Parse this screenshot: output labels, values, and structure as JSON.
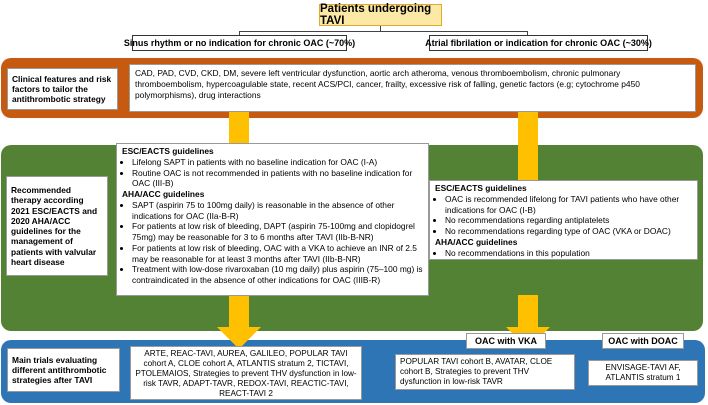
{
  "title": "Patients undergoing TAVI",
  "branches": {
    "left": "Sinus rhythm or no indication for chronic OAC (~70%)",
    "right": "Atrial fibrilation or indication for chronic OAC (~30%)"
  },
  "clinical": {
    "label": "Clinical features and risk factors to tailor the antithrombotic strategy",
    "text": "CAD, PAD, CVD, CKD, DM, severe left ventricular dysfunction, aortic arch atheroma, venous thromboembolism, chronic pulmonary thromboembolism, hypercoagulable state, recent ACS/PCI, cancer, frailty, excessive risk of falling, genetic factors (e.g; cytochrome p450 polymorphisms), drug interactions"
  },
  "therapy": {
    "label": "Recommended therapy according 2021 ESC/EACTS and 2020 AHA/ACC guidelines for the management of patients with valvular heart disease",
    "left": {
      "esc_heading": "ESC/EACTS guidelines",
      "esc_items": [
        "Lifelong SAPT in patients with no baseline indication for OAC (I-A)",
        "Routine OAC is not recommended in patients with no baseline indication for OAC (III-B)"
      ],
      "aha_heading": "AHA/ACC guidelines",
      "aha_items": [
        "SAPT (aspirin 75 to 100mg daily) is reasonable in the absence of other indications for OAC (IIa-B-R)",
        "For patients at low risk of bleeding, DAPT (aspirin 75-100mg and clopidogrel 75mg) may be reasonable for 3 to 6 months after TAVI (IIb-B-NR)",
        "For patients at low risk of bleeding, OAC with a VKA to achieve an INR of 2.5 may be reasonable for at least 3 months after TAVI (IIb-B-NR)",
        "Treatment with low-dose rivaroxaban (10 mg daily) plus aspirin (75–100 mg) is contraindicated in the absence of other indications for OAC (IIIB-R)"
      ]
    },
    "right": {
      "esc_heading": "ESC/EACTS guidelines",
      "esc_items": [
        "OAC is recommended lifelong for TAVI patients who have other indications for OAC (I-B)",
        "No recommendations regarding antiplatelets",
        "No recommendations regarding type of OAC (VKA or DOAC)"
      ],
      "aha_heading": "AHA/ACC guidelines",
      "aha_items": [
        "No recommendations in this population"
      ]
    }
  },
  "trials": {
    "label": "Main trials evaluating different antithrombotic strategies after TAVI",
    "left_text": "ARTE, REAC-TAVI, AUREA, GALILEO, POPULAR TAVI cohort A, CLOE cohort A, ATLANTIS stratum 2, TICTAVI, PTOLEMAIOS, Strategies to prevent THV dysfunction in low-risk TAVR, ADAPT-TAVR, REDOX-TAVI, REACTIC-TAVI, REACT-TAVI 2",
    "vka_heading": "OAC with VKA",
    "vka_text": "POPULAR TAVI cohort B, AVATAR, CLOE cohort B, Strategies to prevent THV dysfunction in low-risk TAVR",
    "doac_heading": "OAC with DOAC",
    "doac_text": "ENVISAGE-TAVI AF, ATLANTIS stratum 1"
  },
  "colors": {
    "title_fill": "#fde9a6",
    "arrow": "#ffc000",
    "orange_band": "#c65a11",
    "green_band": "#548235",
    "blue_band": "#2e75b6"
  }
}
